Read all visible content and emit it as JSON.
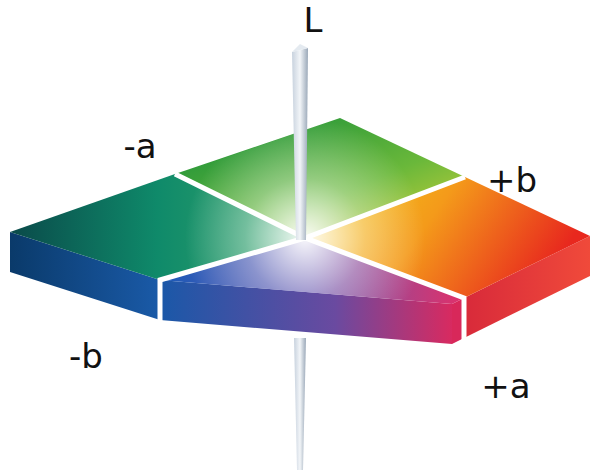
{
  "diagram": {
    "labels": [
      "L",
      "-a",
      "+b",
      "-b",
      "+a"
    ]
  }
}
